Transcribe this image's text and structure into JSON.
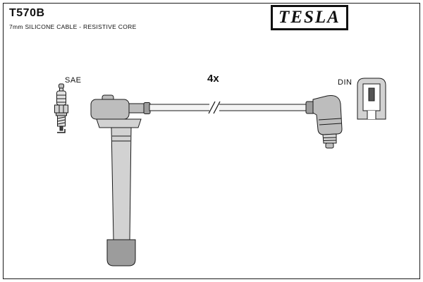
{
  "header": {
    "part_number": "T570B",
    "subtitle": "7mm SILICONE CABLE - RESISTIVE CORE",
    "brand": "TESLA"
  },
  "diagram": {
    "labels": {
      "connector_left": "SAE",
      "quantity": "4x",
      "connector_right": "DIN"
    }
  },
  "colors": {
    "outline": "#1a1a1a",
    "fill_lightest": "#e2e2e2",
    "fill_light": "#d2d2d2",
    "fill_mid": "#bdbdbd",
    "fill_dark": "#9c9c9c",
    "terminal_dark": "#555555",
    "background": "#ffffff"
  }
}
